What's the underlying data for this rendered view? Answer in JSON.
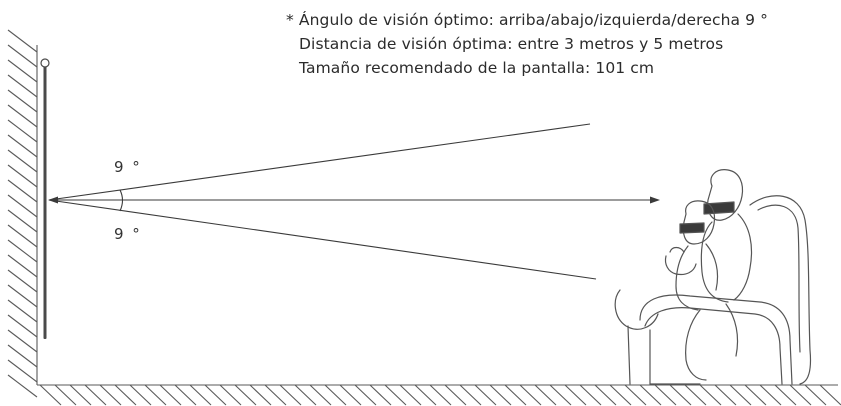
{
  "notes": {
    "angle": "* Ángulo de visión óptimo: arriba/abajo/izquierda/derecha 9 °",
    "distance": "Distancia de visión óptima: entre 3 metros y 5 metros",
    "screen_size": "Tamaño recomendado de la pantalla: 101 cm"
  },
  "labels": {
    "angle_upper": "9 °",
    "angle_lower": "9 °"
  },
  "icons": {
    "viewers": "couple-on-armchair-with-3d-glasses-illustration",
    "tv": "wall-mounted-tv-side-view"
  },
  "colors": {
    "line": "#3a3a3a",
    "hatch": "#5a5a5a",
    "text": "#2b2b2b"
  }
}
